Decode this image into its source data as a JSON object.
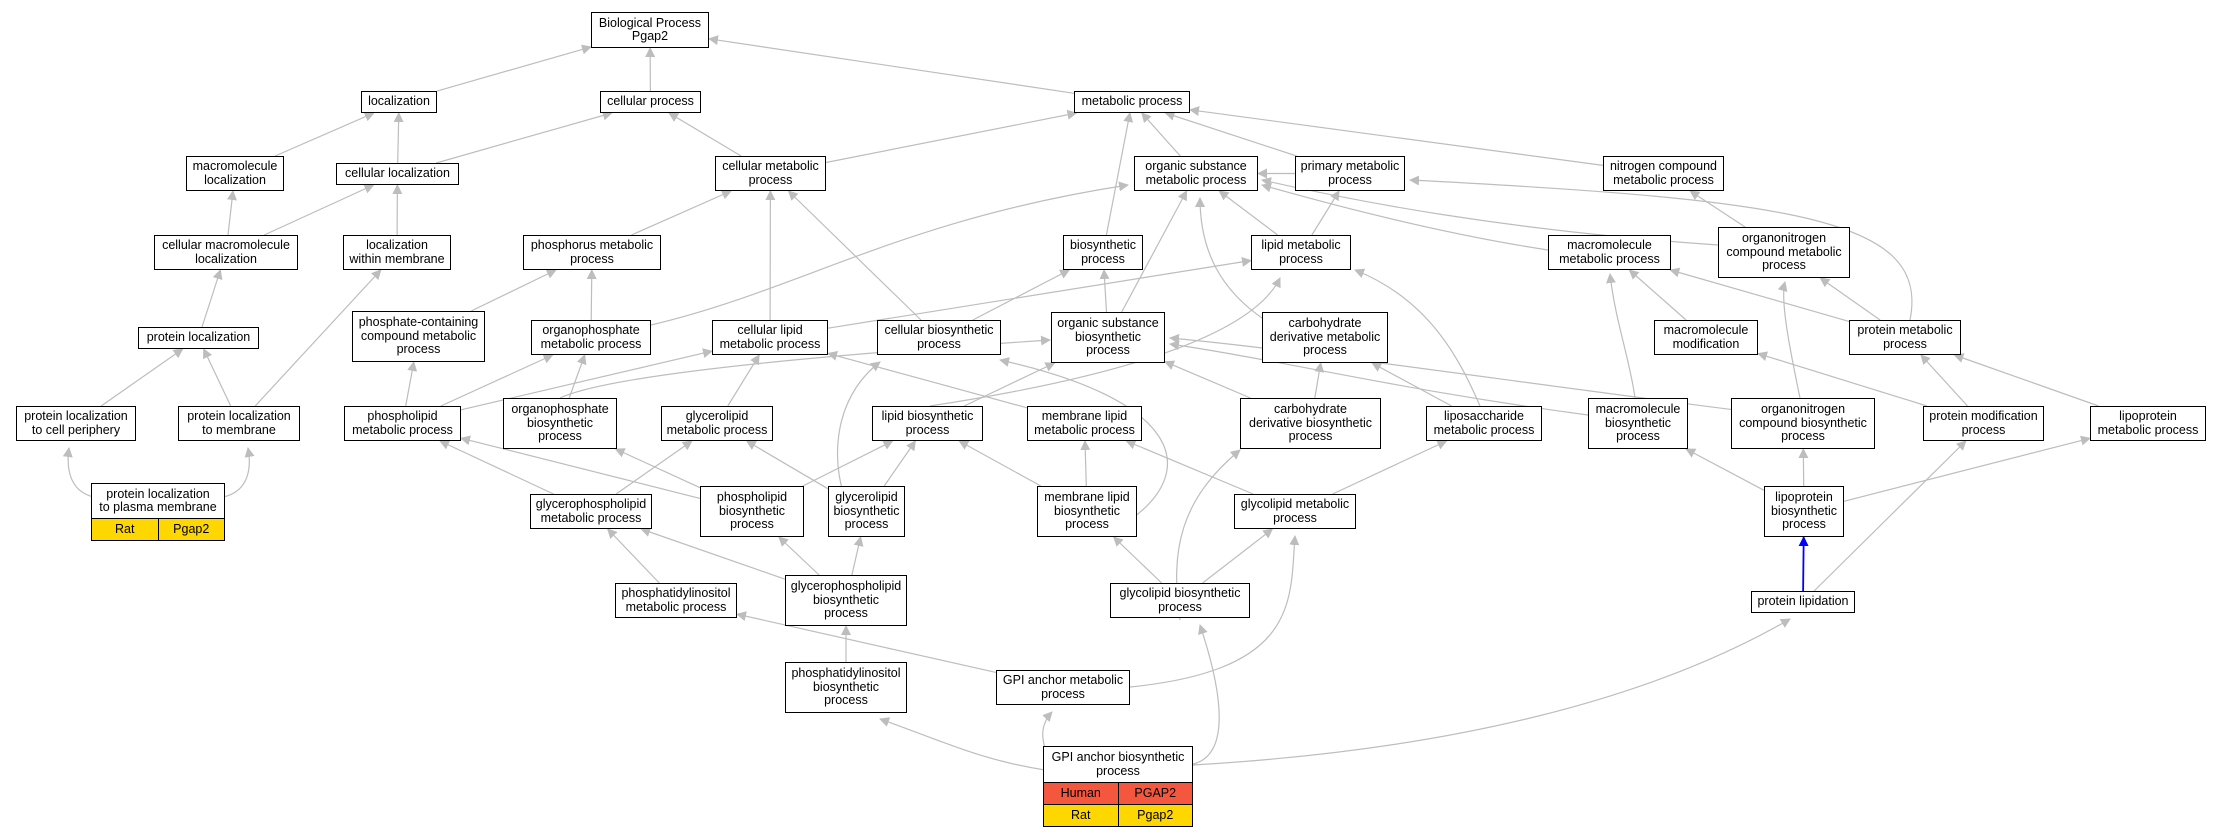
{
  "colors": {
    "edge": "#bdbdbd",
    "highlight_edge": "#0000ff",
    "human_row": "#f4573e",
    "rat_row": "#ffd700"
  },
  "nodes": [
    {
      "id": "bp",
      "label": "Biological Process\nPgap2"
    },
    {
      "id": "loc",
      "label": "localization"
    },
    {
      "id": "cp",
      "label": "cellular process"
    },
    {
      "id": "mp",
      "label": "metabolic process"
    },
    {
      "id": "macloc",
      "label": "macromolecule\nlocalization"
    },
    {
      "id": "cellloc",
      "label": "cellular localization"
    },
    {
      "id": "cmp",
      "label": "cellular metabolic\nprocess"
    },
    {
      "id": "osmp",
      "label": "organic substance\nmetabolic process"
    },
    {
      "id": "pmp",
      "label": "primary metabolic\nprocess"
    },
    {
      "id": "ncmp",
      "label": "nitrogen compound\nmetabolic process"
    },
    {
      "id": "cmloc",
      "label": "cellular macromolecule\nlocalization"
    },
    {
      "id": "lwm",
      "label": "localization\nwithin membrane"
    },
    {
      "id": "phmp",
      "label": "phosphorus metabolic\nprocess"
    },
    {
      "id": "bsp",
      "label": "biosynthetic\nprocess"
    },
    {
      "id": "lmp",
      "label": "lipid metabolic\nprocess"
    },
    {
      "id": "mmp",
      "label": "macromolecule\nmetabolic process"
    },
    {
      "id": "oncmp",
      "label": "organonitrogen\ncompound metabolic\nprocess"
    },
    {
      "id": "ploc",
      "label": "protein localization"
    },
    {
      "id": "pccmp",
      "label": "phosphate-containing\ncompound metabolic\nprocess"
    },
    {
      "id": "opmp",
      "label": "organophosphate\nmetabolic process"
    },
    {
      "id": "clmp",
      "label": "cellular lipid\nmetabolic process"
    },
    {
      "id": "cbp",
      "label": "cellular biosynthetic\nprocess"
    },
    {
      "id": "osbp",
      "label": "organic substance\nbiosynthetic\nprocess"
    },
    {
      "id": "cdmp",
      "label": "carbohydrate\nderivative metabolic\nprocess"
    },
    {
      "id": "mmod",
      "label": "macromolecule\nmodification"
    },
    {
      "id": "prmp",
      "label": "protein metabolic\nprocess"
    },
    {
      "id": "plcp",
      "label": "protein localization\nto cell periphery"
    },
    {
      "id": "plm",
      "label": "protein localization\nto membrane"
    },
    {
      "id": "phlmp",
      "label": "phospholipid\nmetabolic process"
    },
    {
      "id": "opbp",
      "label": "organophosphate\nbiosynthetic\nprocess"
    },
    {
      "id": "glmp",
      "label": "glycerolipid\nmetabolic process"
    },
    {
      "id": "lbp",
      "label": "lipid biosynthetic\nprocess"
    },
    {
      "id": "mlmp",
      "label": "membrane lipid\nmetabolic process"
    },
    {
      "id": "cdbp",
      "label": "carbohydrate\nderivative biosynthetic\nprocess"
    },
    {
      "id": "lsmp",
      "label": "liposaccharide\nmetabolic process"
    },
    {
      "id": "mbp",
      "label": "macromolecule\nbiosynthetic\nprocess"
    },
    {
      "id": "oncbp",
      "label": "organonitrogen\ncompound biosynthetic\nprocess"
    },
    {
      "id": "pmod",
      "label": "protein modification\nprocess"
    },
    {
      "id": "lpmp",
      "label": "lipoprotein\nmetabolic process"
    },
    {
      "id": "plpm",
      "label": "protein localization\nto plasma membrane",
      "annotations": [
        [
          "Rat",
          "Pgap2"
        ]
      ]
    },
    {
      "id": "gplmp",
      "label": "glycerophospholipid\nmetabolic process"
    },
    {
      "id": "phlbp",
      "label": "phospholipid\nbiosynthetic\nprocess"
    },
    {
      "id": "glbp",
      "label": "glycerolipid\nbiosynthetic\nprocess"
    },
    {
      "id": "mlbp",
      "label": "membrane lipid\nbiosynthetic\nprocess"
    },
    {
      "id": "gclmp",
      "label": "glycolipid metabolic\nprocess"
    },
    {
      "id": "lpbp",
      "label": "lipoprotein\nbiosynthetic\nprocess"
    },
    {
      "id": "pimp",
      "label": "phosphatidylinositol\nmetabolic process"
    },
    {
      "id": "gplbp",
      "label": "glycerophospholipid\nbiosynthetic\nprocess"
    },
    {
      "id": "gclbp",
      "label": "glycolipid biosynthetic\nprocess"
    },
    {
      "id": "plip",
      "label": "protein lipidation"
    },
    {
      "id": "pibp",
      "label": "phosphatidylinositol\nbiosynthetic\nprocess"
    },
    {
      "id": "gpimp",
      "label": "GPI anchor metabolic\nprocess"
    },
    {
      "id": "gpibp",
      "label": "GPI anchor biosynthetic\nprocess",
      "annotations": [
        [
          "Human",
          "PGAP2"
        ],
        [
          "Rat",
          "Pgap2"
        ]
      ]
    }
  ],
  "edges": [
    [
      "loc",
      "bp"
    ],
    [
      "cp",
      "bp"
    ],
    [
      "mp",
      "bp"
    ],
    [
      "macloc",
      "loc"
    ],
    [
      "cellloc",
      "loc"
    ],
    [
      "cellloc",
      "cp"
    ],
    [
      "cmp",
      "cp"
    ],
    [
      "cmp",
      "mp"
    ],
    [
      "osmp",
      "mp"
    ],
    [
      "pmp",
      "mp"
    ],
    [
      "ncmp",
      "mp"
    ],
    [
      "bsp",
      "mp"
    ],
    [
      "cmloc",
      "macloc"
    ],
    [
      "cmloc",
      "cellloc"
    ],
    [
      "lwm",
      "cellloc"
    ],
    [
      "phmp",
      "cmp"
    ],
    [
      "clmp",
      "cmp"
    ],
    [
      "cbp",
      "cmp"
    ],
    [
      "pmp",
      "osmp"
    ],
    [
      "lmp",
      "pmp"
    ],
    [
      "lmp",
      "osmp"
    ],
    [
      "mmp",
      "osmp"
    ],
    [
      "oncmp",
      "osmp"
    ],
    [
      "oncmp",
      "ncmp"
    ],
    [
      "cbp",
      "bsp"
    ],
    [
      "osbp",
      "bsp"
    ],
    [
      "osbp",
      "osmp"
    ],
    [
      "cdmp",
      "osmp"
    ],
    [
      "mmod",
      "mmp"
    ],
    [
      "prmp",
      "mmp"
    ],
    [
      "prmp",
      "oncmp"
    ],
    [
      "prmp",
      "pmp"
    ],
    [
      "ploc",
      "cmloc"
    ],
    [
      "pccmp",
      "phmp"
    ],
    [
      "opmp",
      "phmp"
    ],
    [
      "opmp",
      "osmp"
    ],
    [
      "clmp",
      "lmp"
    ],
    [
      "plcp",
      "ploc"
    ],
    [
      "plm",
      "ploc"
    ],
    [
      "plm",
      "lwm"
    ],
    [
      "phlmp",
      "pccmp"
    ],
    [
      "phlmp",
      "opmp"
    ],
    [
      "phlmp",
      "clmp"
    ],
    [
      "opbp",
      "opmp"
    ],
    [
      "opbp",
      "osbp"
    ],
    [
      "glmp",
      "clmp"
    ],
    [
      "lbp",
      "lmp"
    ],
    [
      "lbp",
      "osbp"
    ],
    [
      "mlmp",
      "clmp"
    ],
    [
      "cdbp",
      "cdmp"
    ],
    [
      "cdbp",
      "osbp"
    ],
    [
      "lsmp",
      "cdmp"
    ],
    [
      "lsmp",
      "lmp"
    ],
    [
      "mbp",
      "mmp"
    ],
    [
      "mbp",
      "osbp"
    ],
    [
      "oncbp",
      "oncmp"
    ],
    [
      "oncbp",
      "osbp"
    ],
    [
      "pmod",
      "mmod"
    ],
    [
      "pmod",
      "prmp"
    ],
    [
      "lpmp",
      "prmp"
    ],
    [
      "plpm",
      "plcp"
    ],
    [
      "plpm",
      "plm"
    ],
    [
      "gplmp",
      "phlmp"
    ],
    [
      "gplmp",
      "glmp"
    ],
    [
      "phlbp",
      "phlmp"
    ],
    [
      "phlbp",
      "opbp"
    ],
    [
      "phlbp",
      "lbp"
    ],
    [
      "glbp",
      "glmp"
    ],
    [
      "glbp",
      "lbp"
    ],
    [
      "glbp",
      "cbp"
    ],
    [
      "mlbp",
      "lbp"
    ],
    [
      "mlbp",
      "mlmp"
    ],
    [
      "mlbp",
      "cbp"
    ],
    [
      "gclmp",
      "mlmp"
    ],
    [
      "gclmp",
      "lsmp"
    ],
    [
      "lpbp",
      "mbp"
    ],
    [
      "lpbp",
      "oncbp"
    ],
    [
      "lpbp",
      "lpmp"
    ],
    [
      "pimp",
      "gplmp"
    ],
    [
      "gplbp",
      "gplmp"
    ],
    [
      "gplbp",
      "phlbp"
    ],
    [
      "gplbp",
      "glbp"
    ],
    [
      "gclbp",
      "mlbp"
    ],
    [
      "gclbp",
      "gclmp"
    ],
    [
      "gclbp",
      "cdbp"
    ],
    [
      "plip",
      "lpbp"
    ],
    [
      "plip",
      "pmod"
    ],
    [
      "pibp",
      "gplbp"
    ],
    [
      "gpimp",
      "pimp"
    ],
    [
      "gpimp",
      "gclmp"
    ],
    [
      "gpibp",
      "pibp"
    ],
    [
      "gpibp",
      "gpimp"
    ],
    [
      "gpibp",
      "gclbp"
    ],
    [
      "gpibp",
      "plip"
    ]
  ],
  "highlight_edges": [
    [
      "plip",
      "lpbp"
    ]
  ]
}
